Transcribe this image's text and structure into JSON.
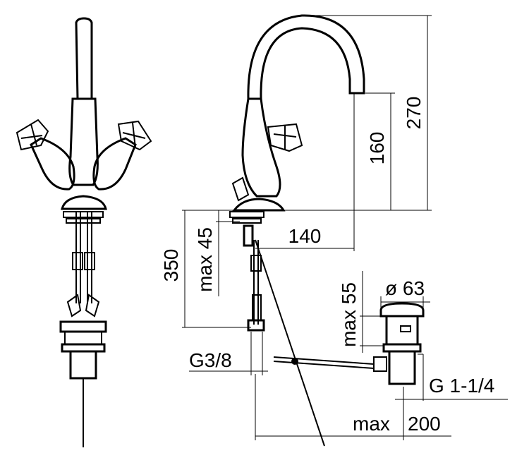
{
  "dimensions": {
    "height_total": "270",
    "spout_height": "160",
    "spout_reach": "140",
    "install_depth": "350",
    "deck_thickness": "max 45",
    "waste_deck": "max 55",
    "waste_diameter": "ø 63",
    "supply_thread": "G3/8",
    "waste_thread": "G 1-1/4",
    "rod_reach": "max",
    "rod_reach_value": "200"
  }
}
